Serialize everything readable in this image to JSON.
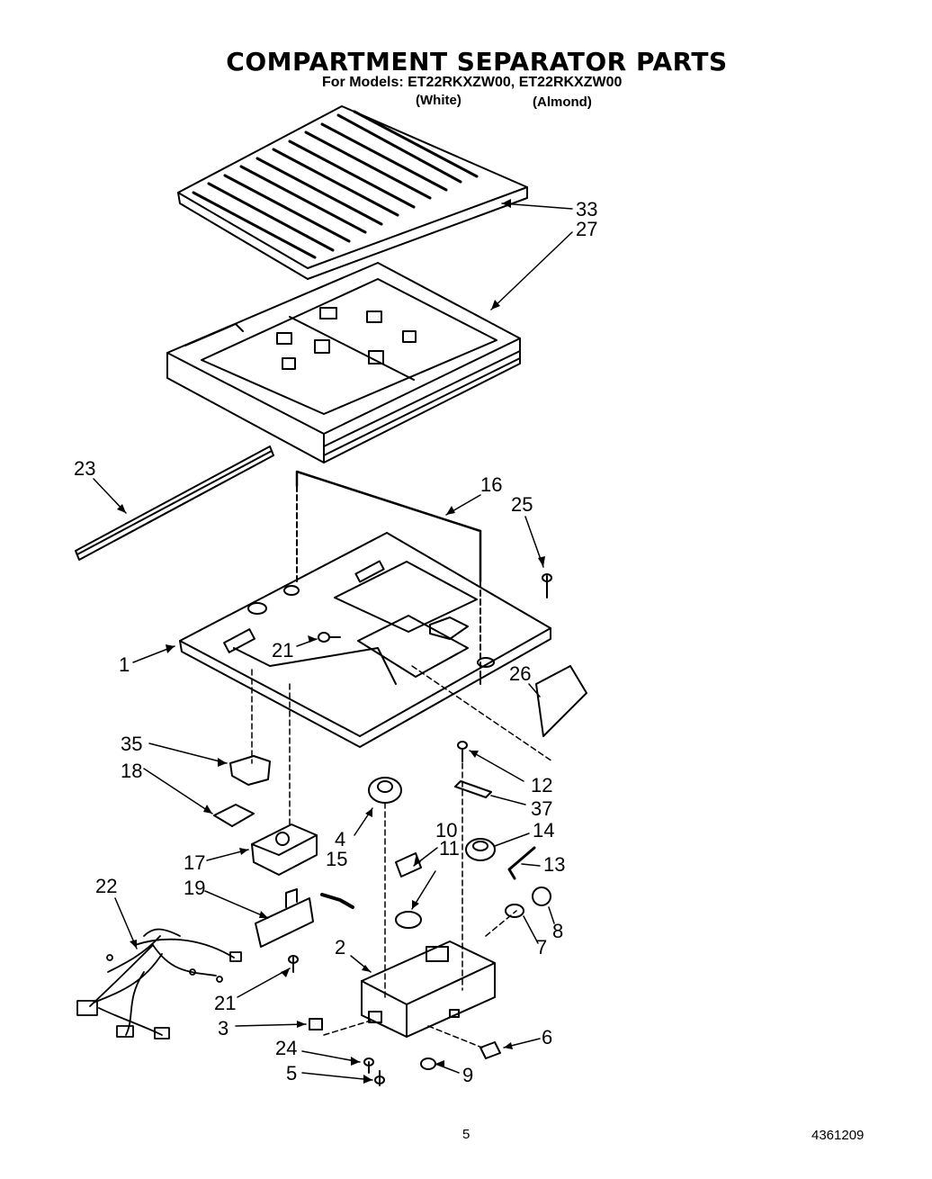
{
  "title": "COMPARTMENT SEPARATOR PARTS",
  "models_line": "For Models: ET22RKXZW00, ET22RKXZW00",
  "variants": {
    "white": "(White)",
    "almond": "(Almond)"
  },
  "callouts": {
    "c33": "33",
    "c27": "27",
    "c23": "23",
    "c16": "16",
    "c25": "25",
    "c1": "1",
    "c21a": "21",
    "c26": "26",
    "c35": "35",
    "c18": "18",
    "c12": "12",
    "c37": "37",
    "c4": "4",
    "c10": "10",
    "c14": "14",
    "c17": "17",
    "c15": "15",
    "c11": "11",
    "c13": "13",
    "c22": "22",
    "c19": "19",
    "c8": "8",
    "c2": "2",
    "c7": "7",
    "c21b": "21",
    "c3": "3",
    "c6": "6",
    "c24": "24",
    "c9": "9",
    "c5": "5"
  },
  "footer": {
    "page": "5",
    "doc": "4361209"
  }
}
